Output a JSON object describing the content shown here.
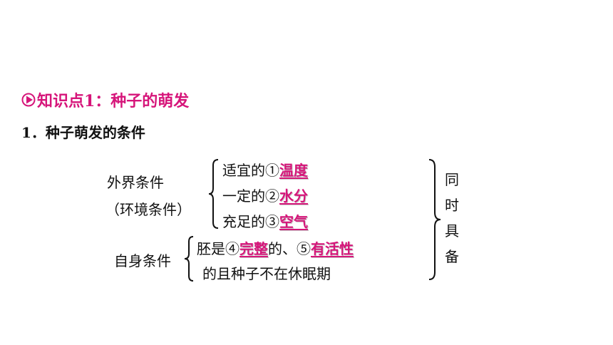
{
  "heading": {
    "icon": "play-circle-icon",
    "text": "知识点1：种子的萌发"
  },
  "subheading": "1．种子萌发的条件",
  "external": {
    "label_line1": "外界条件",
    "label_line2": "（环境条件）",
    "items": [
      {
        "prefix": "适宜的①",
        "answer": "温度"
      },
      {
        "prefix": "一定的②",
        "answer": "水分"
      },
      {
        "prefix": "充足的③",
        "answer": "空气"
      }
    ]
  },
  "internal": {
    "label": "自身条件",
    "line1_prefix": "胚是④",
    "line1_answer1": "完整",
    "line1_middle": "的、⑤",
    "line1_answer2": "有活性",
    "line2": "的且种子不在休眠期"
  },
  "conclusion": {
    "chars": [
      "同",
      "时",
      "具",
      "备"
    ]
  },
  "colors": {
    "accent": "#d6157a",
    "text": "#111111"
  }
}
